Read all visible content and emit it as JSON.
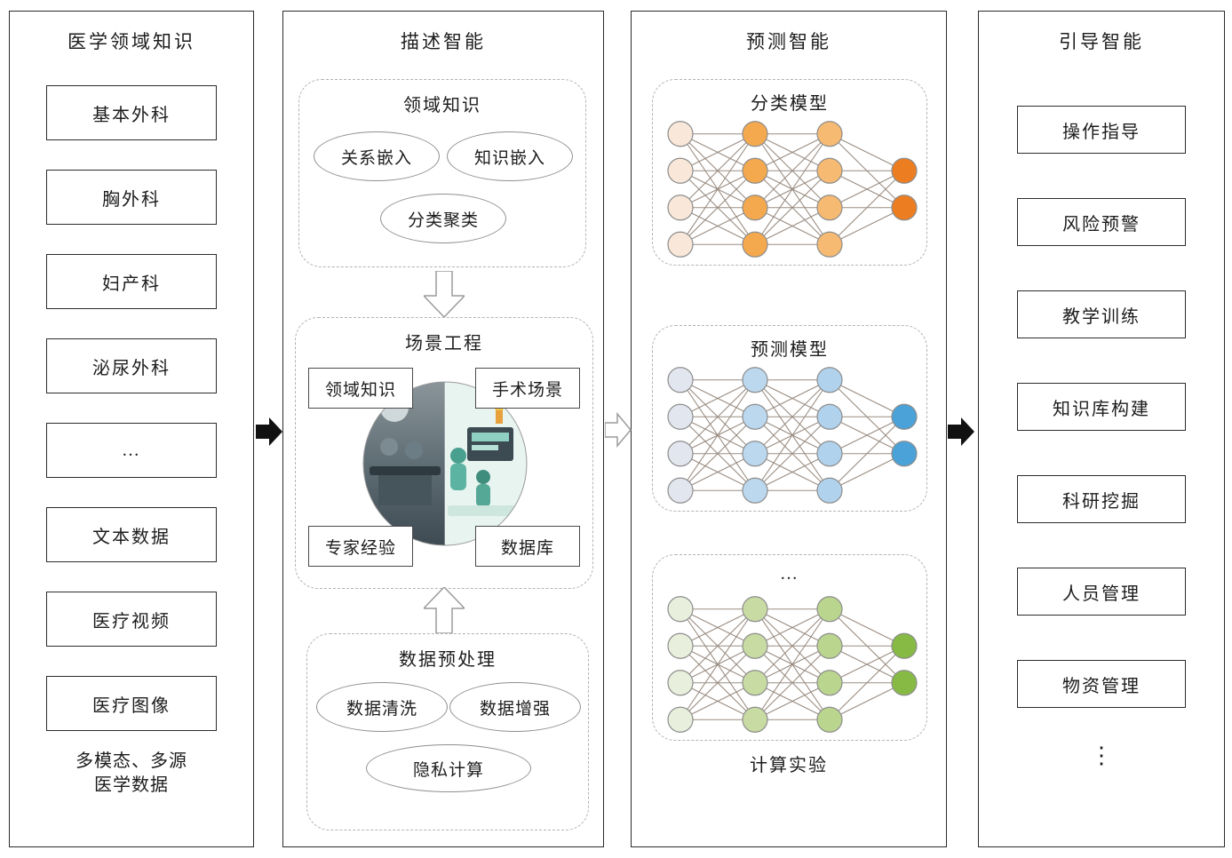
{
  "col1": {
    "title": "医学领域知识",
    "items": [
      "基本外科",
      "胸外科",
      "妇产科",
      "泌尿外科",
      "…",
      "文本数据",
      "医疗视频",
      "医疗图像"
    ],
    "footer_line1": "多模态、多源",
    "footer_line2": "医学数据"
  },
  "col2": {
    "title": "描述智能",
    "domain_knowledge": {
      "title": "领域知识",
      "items": [
        "关系嵌入",
        "知识嵌入",
        "分类聚类"
      ]
    },
    "scene": {
      "title": "场景工程",
      "corners": [
        "领域知识",
        "手术场景",
        "专家经验",
        "数据库"
      ]
    },
    "preprocess": {
      "title": "数据预处理",
      "items": [
        "数据清洗",
        "数据增强",
        "隐私计算"
      ]
    }
  },
  "col3": {
    "title": "预测智能",
    "footer": "计算实验",
    "networks": [
      {
        "label": "分类模型",
        "layers": [
          4,
          4,
          4,
          2
        ],
        "layer_colors": [
          "#f9e8d9",
          "#f5a94f",
          "#f6ba72",
          "#ec7d21"
        ],
        "edge_color": "#9a8d82",
        "node_stroke": "#8d8d8d"
      },
      {
        "label": "预测模型",
        "layers": [
          4,
          4,
          4,
          2
        ],
        "layer_colors": [
          "#e2e6ee",
          "#bcd8ee",
          "#b0d2ec",
          "#4aa2d8"
        ],
        "edge_color": "#9a8d82",
        "node_stroke": "#8d8d8d"
      },
      {
        "label": "…",
        "layers": [
          4,
          4,
          4,
          2
        ],
        "layer_colors": [
          "#e8efdc",
          "#c8dba3",
          "#bad58e",
          "#86ba45"
        ],
        "edge_color": "#9a8d82",
        "node_stroke": "#8d8d8d"
      }
    ]
  },
  "col4": {
    "title": "引导智能",
    "items": [
      "操作指导",
      "风险预警",
      "教学训练",
      "知识库构建",
      "科研挖掘",
      "人员管理",
      "物资管理"
    ],
    "footer": "⋮"
  }
}
